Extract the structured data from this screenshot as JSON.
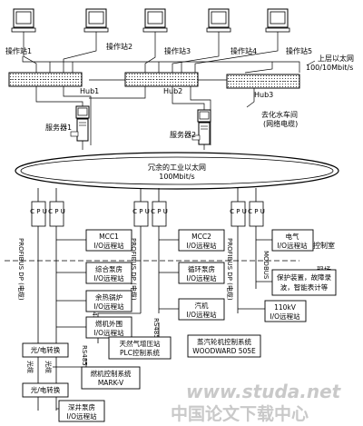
{
  "operators": [
    {
      "label": "操作站1"
    },
    {
      "label": "操作站2"
    },
    {
      "label": "操作站3"
    },
    {
      "label": "操作站4"
    },
    {
      "label": "操作站5"
    }
  ],
  "upper_ethernet": {
    "line1": "上层以太网",
    "line2": "100/10Mbit/s"
  },
  "hubs": {
    "hub1": "Hub1",
    "hub2": "Hub2",
    "hub3": "Hub3"
  },
  "servers": {
    "server1": "服务器1",
    "server2": "服务器2"
  },
  "water_plant": {
    "line1": "去化水车间",
    "line2": "(网络电缆)"
  },
  "industrial_ring": {
    "line1": "冗余的工业以太网",
    "line2": "100Mbit/s"
  },
  "cpu_label": "C P U",
  "zones": {
    "control_room": "控制室",
    "field": "现场"
  },
  "profibus": "PROFIBUS DP (电缆)",
  "modbus": "MODBUS",
  "rs485": "RS485",
  "fiber": "光缆",
  "converter": "光/电转换",
  "stations": {
    "mcc1": [
      "MCC1",
      "I/O远程站"
    ],
    "mcc2": [
      "MCC2",
      "I/O远程站"
    ],
    "electric": [
      "电气",
      "I/O远程站"
    ],
    "pump": [
      "综合泵房",
      "I/O远程站"
    ],
    "circ_pump": [
      "循环泵房",
      "I/O远程站"
    ],
    "protect": [
      "保护装置，故障录",
      "波，智能表计等"
    ],
    "boiler": [
      "余热锅炉",
      "I/O远程站"
    ],
    "turbine": [
      "汽机",
      "I/O远程站"
    ],
    "kv110": [
      "110kV",
      "I/O远程站"
    ],
    "gt_aux": [
      "燃机外围",
      "I/O远程站"
    ],
    "gas_plc": [
      "天然气增压站",
      "PLC控制系统"
    ],
    "steam_sys": [
      "蒸汽轮机控制系统",
      "WOODWARD 505E"
    ],
    "gt_ctrl": [
      "燃机控制系统",
      "MARK-V"
    ],
    "deep_well": [
      "深井泵房",
      "I/O远程站"
    ]
  },
  "watermark": {
    "site": "www.studa.net",
    "text": "中国论文下载中心"
  }
}
